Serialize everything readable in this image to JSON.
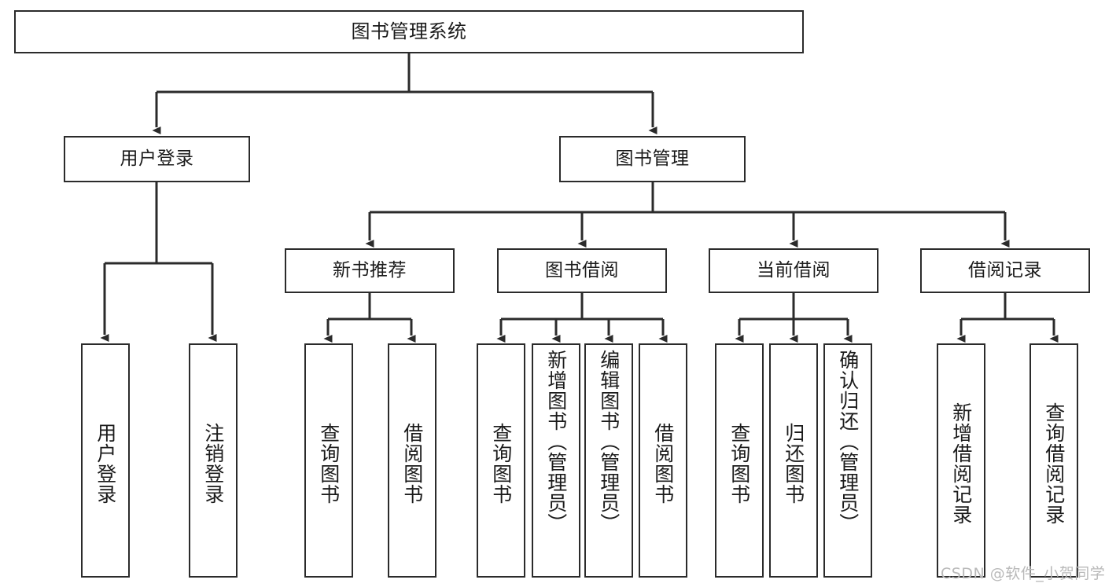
{
  "diagram": {
    "type": "tree-hierarchy-chart",
    "title": "图书管理系统",
    "watermark": "CSDN @软件_小贺同学",
    "colors": {
      "stroke": "#2b2b2b",
      "fill": "#ffffff",
      "text": "#1b1b1b",
      "watermark": "#b9b9b9"
    },
    "nodes": {
      "root": {
        "label": "图书管理系统"
      },
      "level1": [
        {
          "id": "user-login",
          "label": "用户登录"
        },
        {
          "id": "book-management",
          "label": "图书管理"
        }
      ],
      "level2": [
        {
          "id": "new-book-recommend",
          "label": "新书推荐"
        },
        {
          "id": "book-borrow",
          "label": "图书借阅"
        },
        {
          "id": "current-borrow",
          "label": "当前借阅"
        },
        {
          "id": "borrow-record",
          "label": "借阅记录"
        }
      ],
      "leaves": {
        "user-login": [
          {
            "id": "leaf-user-login",
            "label": "用户登录"
          },
          {
            "id": "leaf-user-logout",
            "label": "注销登录"
          }
        ],
        "new-book-recommend": [
          {
            "id": "leaf-query-book-1",
            "label": "查询图书"
          },
          {
            "id": "leaf-borrow-book-1",
            "label": "借阅图书"
          }
        ],
        "book-borrow": [
          {
            "id": "leaf-query-book-2",
            "label": "查询图书"
          },
          {
            "id": "leaf-add-book",
            "label": "新增图书（管理员）"
          },
          {
            "id": "leaf-edit-book",
            "label": "编辑图书（管理员）"
          },
          {
            "id": "leaf-borrow-book-2",
            "label": "借阅图书"
          }
        ],
        "current-borrow": [
          {
            "id": "leaf-query-book-3",
            "label": "查询图书"
          },
          {
            "id": "leaf-return-book",
            "label": "归还图书"
          },
          {
            "id": "leaf-confirm-return",
            "label": "确认归还（管理员）"
          }
        ],
        "borrow-record": [
          {
            "id": "leaf-add-record",
            "label": "新增借阅记录"
          },
          {
            "id": "leaf-query-record",
            "label": "查询借阅记录"
          }
        ]
      }
    }
  }
}
